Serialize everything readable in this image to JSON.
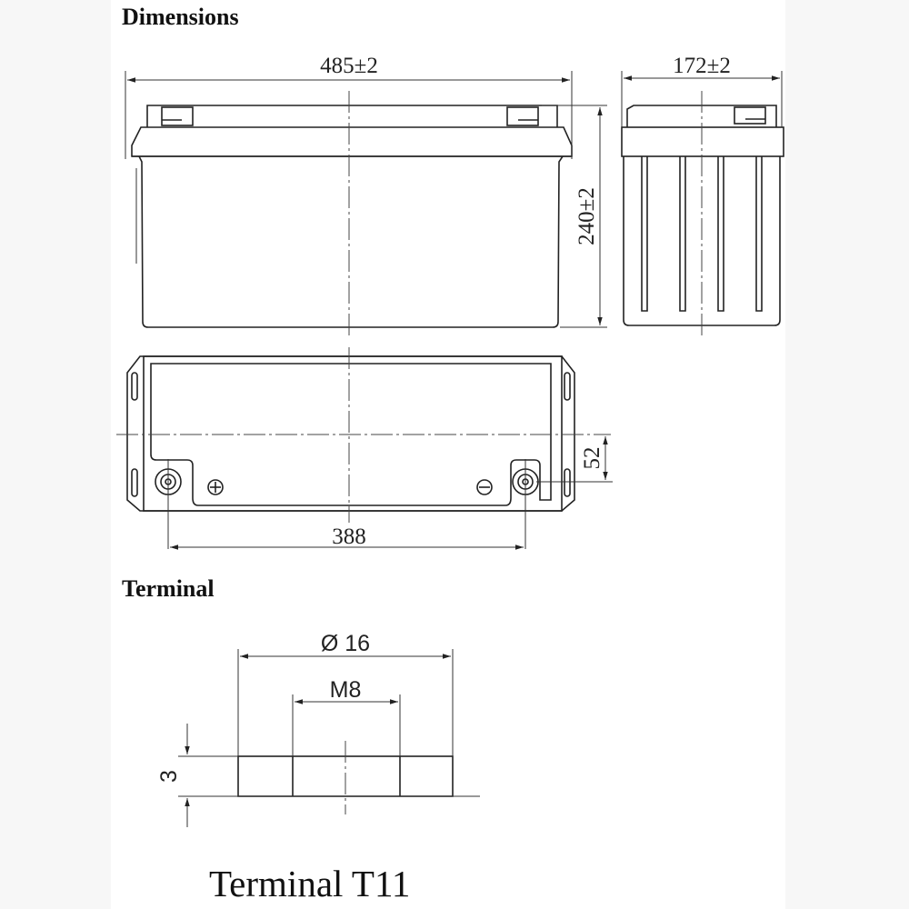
{
  "sections": {
    "dimensions_heading": "Dimensions",
    "terminal_heading": "Terminal"
  },
  "dimensions": {
    "length": "485±2",
    "width": "172±2",
    "height": "240±2",
    "terminal_spacing": "388",
    "terminal_offset": "52"
  },
  "terminal": {
    "diameter": "Ø 16",
    "thread": "M8",
    "height": "3",
    "caption": "Terminal T11"
  },
  "symbols": {
    "positive": "⊕",
    "negative": "⊖"
  }
}
